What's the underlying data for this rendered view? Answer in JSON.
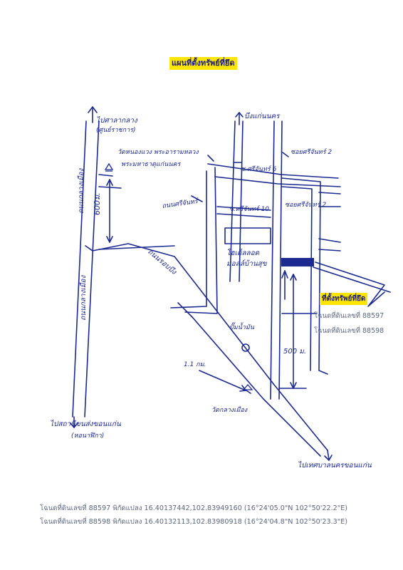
{
  "title": "แผนที่ตั้งทรัพย์ที่ยึด",
  "map": {
    "labels": {
      "to_kham_klang": "ไปศาลากลาง",
      "to_kham_klang_sub": "(ศูนย์ราชการ)",
      "wat_nong_waeng": "วัดหนองแวง พระอารามหลวง",
      "phra_mahathat": "พระมหาธาตุแก่นนคร",
      "dist_600m": "600ม.",
      "rd_klang_mueang_top": "ถนนกลางเมือง",
      "rd_klang_mueang_bottom": "ถนนกลางเมือง",
      "rd_rop_bueng": "ถนนรอบบึง",
      "bueng_kaen_nakhon": "บึงแก่นนคร",
      "soi_srichan_6": "ซ.ศรีจันทร์ 6",
      "soi_srichan_2": "ซอยศรีจันทร์ 2",
      "rd_srichan": "ถนนศรีจันทร์",
      "soi_srichan_10": "ซ.ศรีจันทร์ 10",
      "soi_srichan_2b": "ซอยศรีจันทร์ 2",
      "hotel": "โฮเต็ลลอด",
      "mall": "มอลล์บ้านสุข",
      "gas_station": "ปั๊มน้ำมัน",
      "dist_1_1km": "1.1 กม.",
      "dist_500m": "500 ม.",
      "wat_klang": "วัดกลางเมือง",
      "to_bus_terminal": "ไปสถานีขนส่งขอนแก่น",
      "to_bus_terminal_sub": "(หอนาฬิกา)",
      "to_city_hall_kk": "ไปเทศบาลนครขอนแก่น"
    }
  },
  "legend": {
    "title": "ที่ตั้งทรัพย์ที่ยึด",
    "deed_1": "โฉนดที่ดินเลขที่ 88597",
    "deed_2": "โฉนดที่ดินเลขที่ 88598"
  },
  "coordinates": {
    "line_1": "โฉนดที่ดินเลขที่ 88597 พิกัดแปลง 16.40137442,102.83949160 (16°24'05.0\"N 102°50'22.2\"E)",
    "line_2": "โฉนดที่ดินเลขที่ 88598 พิกัดแปลง 16.40132113,102.83980918 (16°24'04.8\"N 102°50'23.3\"E)"
  },
  "colors": {
    "ink": "#1c2a8f",
    "highlight": "#ffe600",
    "property_fill": "#1c2a8f",
    "print_text": "#5b6680"
  }
}
